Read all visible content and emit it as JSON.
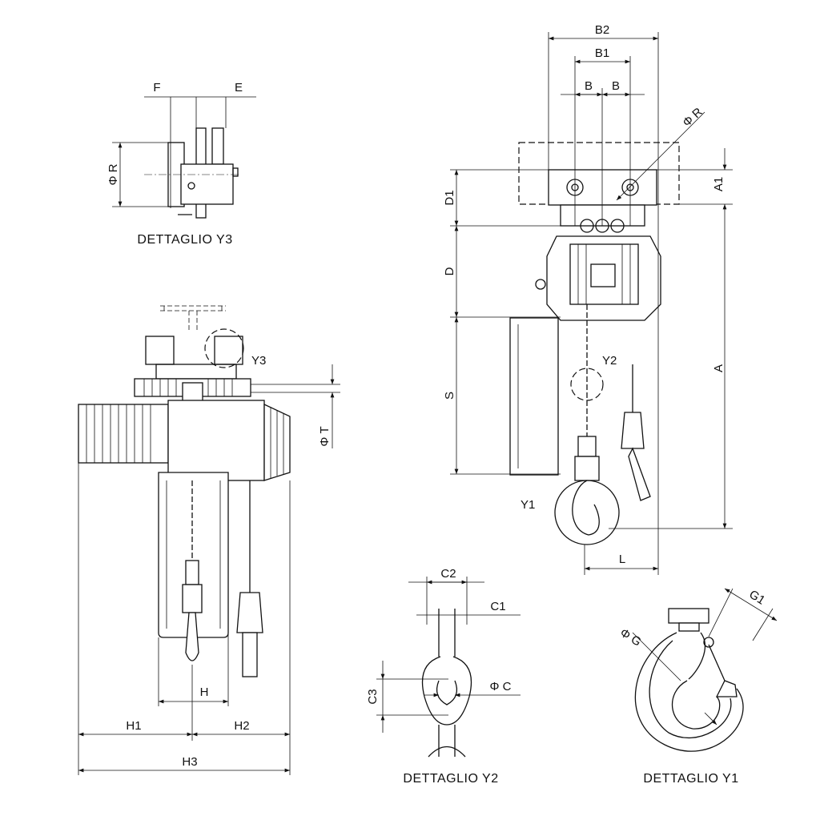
{
  "detail_y3": {
    "title": "DETTAGLIO Y3",
    "dim_f": "F",
    "dim_e": "E",
    "dim_r": "Φ R"
  },
  "side_view": {
    "callout_y3": "Y3",
    "dim_t": "Φ T",
    "dim_h": "H",
    "dim_h1": "H1",
    "dim_h2": "H2",
    "dim_h3": "H3"
  },
  "front_view": {
    "dim_b2": "B2",
    "dim_b1": "B1",
    "dim_b_left": "B",
    "dim_b_right": "B",
    "dim_r": "Φ R",
    "dim_a1": "A1",
    "dim_d1": "D1",
    "dim_d": "D",
    "dim_a": "A",
    "dim_s": "S",
    "callout_y2": "Y2",
    "callout_y1": "Y1",
    "dim_l": "L"
  },
  "detail_y2": {
    "title": "DETTAGLIO Y2",
    "dim_c2": "C2",
    "dim_c1": "C1",
    "dim_c": "Φ C",
    "dim_c3": "C3"
  },
  "detail_y1": {
    "title": "DETTAGLIO Y1",
    "dim_g": "Φ G",
    "dim_g1": "G1"
  }
}
